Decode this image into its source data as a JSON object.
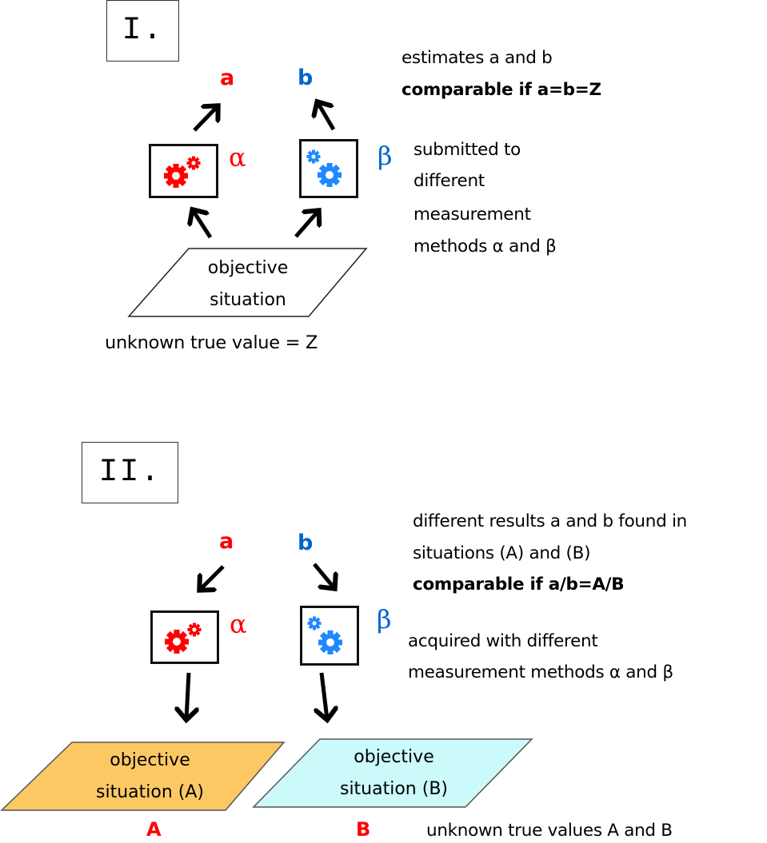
{
  "colors": {
    "red": "#ff0000",
    "blue": "#0066cc",
    "gear_blue": "#1e88ff",
    "situation_a_fill": "#fcc864",
    "situation_b_fill": "#ccfafa"
  },
  "section1": {
    "label": "I.",
    "estimate_a": "a",
    "estimate_b": "b",
    "method_alpha": "α",
    "method_beta": "β",
    "method_alpha_icon": "gears-icon",
    "method_beta_icon": "gears-icon",
    "estimates_line": "estimates a and b",
    "comparable_line": "comparable if a=b=Z",
    "submitted_lines": [
      "submitted to",
      "different",
      "measurement",
      "methods α and β"
    ],
    "situation_lines": [
      "objective",
      "situation"
    ],
    "unknown_value": "unknown true value = Z"
  },
  "section2": {
    "label": "II.",
    "result_a": "a",
    "result_b": "b",
    "method_alpha": "α",
    "method_beta": "β",
    "method_alpha_icon": "gears-icon",
    "method_beta_icon": "gears-icon",
    "results_lines": [
      "different results a and b found in",
      "situations (A) and (B)"
    ],
    "comparable_line": "comparable if a/b=A/B",
    "acquired_lines": [
      "acquired with different",
      "measurement methods α and β"
    ],
    "situation_a_lines": [
      "objective",
      "situation (A)"
    ],
    "situation_b_lines": [
      "objective",
      "situation (B)"
    ],
    "true_value_a": "A",
    "true_value_b": "B",
    "unknown_values": "unknown true values A and B"
  }
}
